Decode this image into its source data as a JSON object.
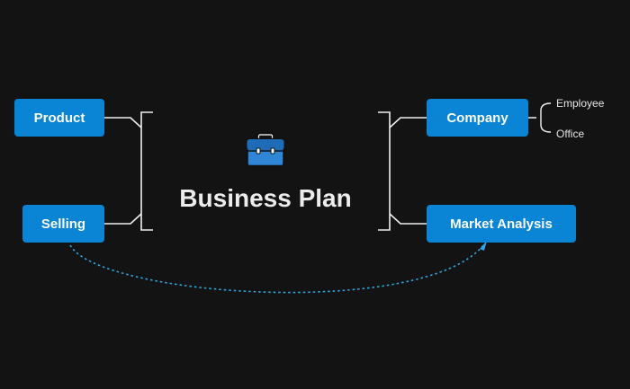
{
  "diagram": {
    "title": "Business Plan",
    "center_icon": "briefcase-icon",
    "left_topics": [
      {
        "label": "Product"
      },
      {
        "label": "Selling"
      }
    ],
    "right_topics": [
      {
        "label": "Company",
        "subtopics": [
          "Employee",
          "Office"
        ]
      },
      {
        "label": "Market Analysis"
      }
    ],
    "relationship": {
      "from": "Selling",
      "to": "Market Analysis",
      "style": "dotted-arrow"
    },
    "colors": {
      "background": "#131313",
      "node_fill": "#0a84d4",
      "connector": "#ffffff",
      "relationship_line": "#2fa6e0",
      "icon_blue": "#2f86d6"
    }
  }
}
